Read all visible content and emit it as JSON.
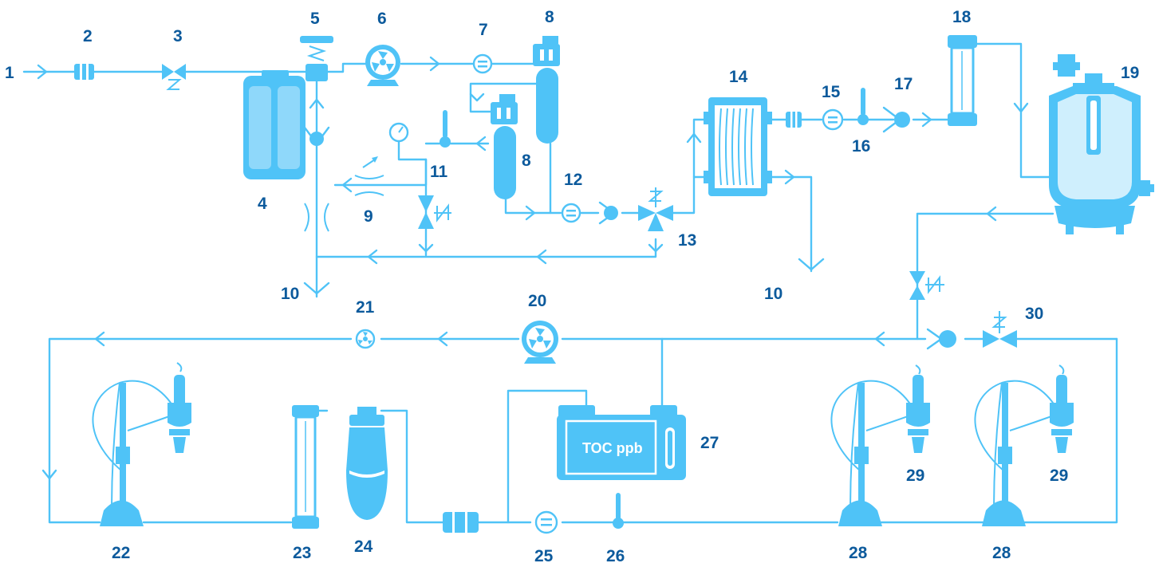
{
  "diagram": {
    "accent_color": "#4fc3f7",
    "label_color": "#0c5a9c",
    "labels": [
      "1",
      "2",
      "3",
      "4",
      "5",
      "6",
      "7",
      "8",
      "8",
      "9",
      "10",
      "10",
      "11",
      "12",
      "13",
      "14",
      "15",
      "16",
      "17",
      "18",
      "19",
      "20",
      "21",
      "22",
      "23",
      "24",
      "25",
      "26",
      "27",
      "28",
      "28",
      "29",
      "29",
      "30"
    ],
    "toc_display": "TOC ppb"
  }
}
